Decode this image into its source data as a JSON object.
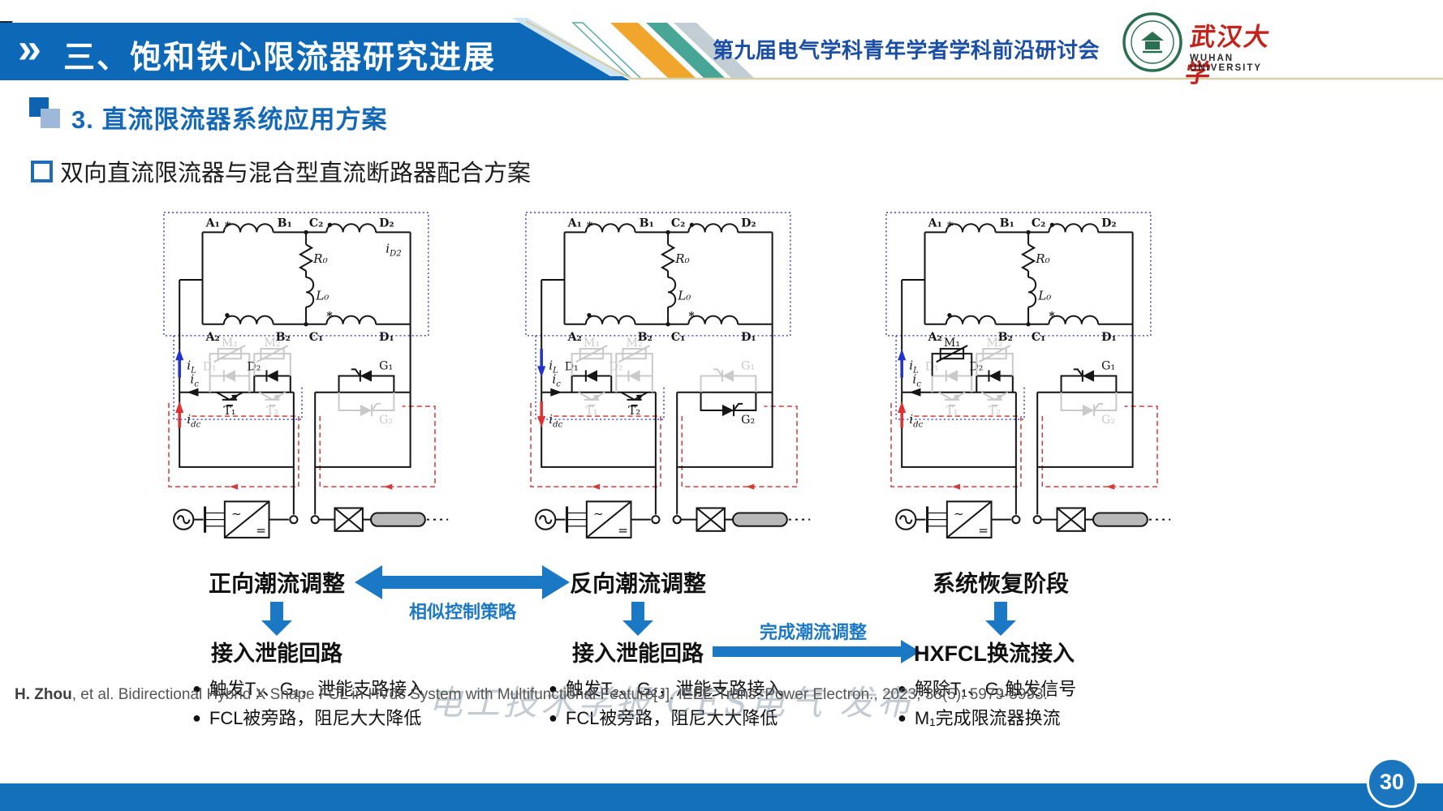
{
  "header": {
    "chevron": "»",
    "title": "三、饱和铁心限流器研究进展",
    "conference": "第九届电气学科青年学者学科前沿研讨会",
    "logo": {
      "cn": "武汉大学",
      "en": "WUHAN UNIVERSITY"
    }
  },
  "section_title": "3. 直流限流器系统应用方案",
  "subtitle": "双向直流限流器与混合型直流断路器配合方案",
  "transformer": {
    "A1": "A₁",
    "B1": "B₁",
    "C2": "C₂",
    "D2": "D₂",
    "A2": "A₂",
    "B2": "B₂",
    "C1": "C₁",
    "D1": "D₁",
    "R0": "R₀",
    "L0": "L₀",
    "star": "*"
  },
  "components": {
    "M1": "M₁",
    "M2": "M₂",
    "D1": "D₁",
    "D2": "D₂",
    "T1": "T₁",
    "T2": "T₂",
    "G1": "G₁",
    "G2": "G₂"
  },
  "currents": {
    "i": "i",
    "L": "L",
    "c": "c",
    "dc": "dc",
    "D2": "D2"
  },
  "circuits": [
    {
      "active": [
        "T1",
        "D2",
        "G1"
      ],
      "iL": "up",
      "ic": "left",
      "idc": "up",
      "show_iD2": true
    },
    {
      "active": [
        "D1",
        "T2",
        "G2"
      ],
      "iL": "down",
      "ic": "right",
      "idc": "down",
      "show_iD2": false
    },
    {
      "active": [
        "M1",
        "D2",
        "G1"
      ],
      "iL": "up",
      "ic": "left",
      "idc": "up",
      "show_iD2": false
    }
  ],
  "flow": {
    "bullet": "●",
    "stages": [
      {
        "title": "正向潮流调整",
        "step": "接入泄能回路",
        "bullets": [
          "触发T₁、G₁，泄能支路接入",
          "FCL被旁路，阻尼大大降低"
        ]
      },
      {
        "title": "反向潮流调整",
        "step": "接入泄能回路",
        "bullets": [
          "触发T₂、G₂，泄能支路接入",
          "FCL被旁路，阻尼大大降低"
        ]
      },
      {
        "title": "系统恢复阶段",
        "step": "HXFCL换流接入",
        "bullets": [
          "解除T₁、G₁触发信号",
          "M₁完成限流器换流"
        ]
      }
    ],
    "arrow_left_label": "相似控制策略",
    "arrow_right_label": "完成潮流调整"
  },
  "footer": {
    "citation_name": "H. Zhou",
    "citation_rest": ", et al. Bidirectional Hybrid X Shape FCL in HVdc System with Multifunctional Feature[J]. IEEE Trans. Power Electron., 2023, 38(5): 5979-5993.",
    "watermark": "电工技术学报 CES电气 发布",
    "page": "30"
  },
  "colors": {
    "header_blue": "#0d68b7",
    "title_blue": "#1568b6",
    "conference_blue": "#1a4fa5",
    "arrow_blue": "#1b78c4",
    "bar_blue": "#1271b8",
    "active": "#151515",
    "inactive": "#c9c9c9",
    "red_path": "#d23c3c",
    "blue_path": "#2b2bbf",
    "orange_stripe": "#f0a52c",
    "teal_stripe": "#47a695",
    "gray_stripe": "#c3cdd4"
  }
}
